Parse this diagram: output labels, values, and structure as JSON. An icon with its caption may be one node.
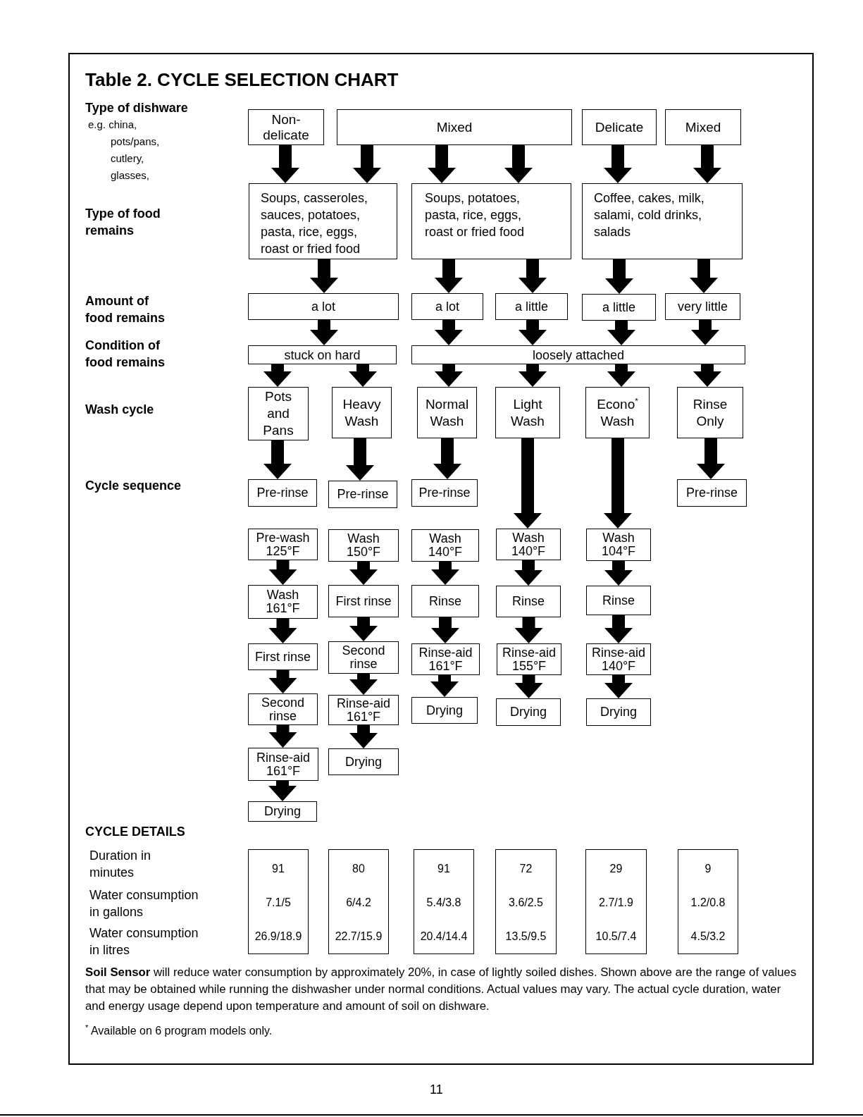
{
  "diagram": {
    "title": "Table 2. CYCLE SELECTION CHART",
    "nodes": [
      {
        "text": [
          "Non-delicate"
        ]
      },
      {
        "text": [
          "Mixed"
        ]
      },
      {
        "text": [
          "Delicate"
        ]
      },
      {
        "text": [
          "Mixed"
        ]
      },
      {
        "text": [
          "Soups, casseroles, sauces, potatoes, pasta, rice, eggs, roast or fried food"
        ]
      },
      {
        "text": [
          "Soups, potatoes, pasta, rice, eggs, roast or fried food"
        ]
      },
      {
        "text": [
          "Coffee, cakes, milk, salami, cold drinks, salads"
        ]
      },
      {
        "text": [
          "a lot"
        ]
      },
      {
        "text": [
          "a lot"
        ]
      },
      {
        "text": [
          "a little"
        ]
      },
      {
        "text": [
          "a little"
        ]
      },
      {
        "text": [
          "very little"
        ]
      },
      {
        "text": [
          "stuck on hard"
        ]
      },
      {
        "text": [
          "loosely attached"
        ]
      },
      {
        "text": [
          "Pots and Pans"
        ]
      },
      {
        "text": [
          "Heavy Wash"
        ]
      },
      {
        "text": [
          "Normal Wash"
        ]
      },
      {
        "text": [
          "Light Wash"
        ]
      },
      {
        "text": [
          "Econo$^{*}$ Wash"
        ]
      },
      {
        "text": [
          "Rinse Only"
        ]
      },
      {
        "text": [
          "Pre-rinse"
        ]
      },
      {
        "text": [
          "Pre-rinse"
        ]
      },
      {
        "text": [
          "Pre-rinse"
        ]
      },
      {
        "text": [
          "Pre-rinse"
        ]
      },
      {
        "text": [
          "Pre-wash 125°F"
        ]
      },
      {
        "text": [
          "Wash 150°F"
        ]
      },
      {
        "text": [
          "Wash 140°F"
        ]
      },
      {
        "text": [
          "Wash 140°F"
        ]
      },
      {
        "text": [
          "Wash 104°F"
        ]
      },
      {
        "text": [
          "Wash 161°F"
        ]
      },
      {
        "text": [
          "First rinse"
        ]
      },
      {
        "text": [
          "Rinse"
        ]
      },
      {
        "text": [
          "Rinse"
        ]
      },
      {
        "text": [
          "Rinse"
        ]
      },
      {
        "text": [
          "First rinse"
        ]
      },
      {
        "text": [
          "Second rinse"
        ]
      },
      {
        "text": [
          "Rinse-aid 161°F"
        ]
      },
      {
        "text": [
          "Rinse-aid 155°F"
        ]
      },
      {
        "text": [
          "Rinse-aid 140°F"
        ]
      },
      {
        "text": [
          "Second rinse"
        ]
      },
      {
        "text": [
          "Rinse-aid 161°F"
        ]
      },
      {
        "text": [
          "Drying"
        ]
      },
      {
        "text": [
          "Drying"
        ]
      },
      {
        "text": [
          "Drying"
        ]
      },
      {
        "text": [
          "Rinse-aid 161°F"
        ]
      },
      {
        "text": [
          "Drying"
        ]
      },
      {
        "text": [
          "Drying"
        ]
      },
      {
        "text": [
          "91",
          "7.1/5",
          "26.9/18.9"
        ]
      },
      {
        "text": [
          "80",
          "6/4.2",
          "22.7/15.9"
        ]
      },
      {
        "text": [
          "91",
          "5.4/3.8",
          "20.4/14.4"
        ]
      },
      {
        "text": [
          "72",
          "3.6/2.5",
          "13.5/9.5"
        ]
      },
      {
        "text": [
          "29",
          "2.7/1.9",
          "10.5/7.4"
        ]
      },
      {
        "text": [
          "9",
          "1.2/0.8",
          "4.5/3.2"
        ]
      }
    ],
    "edges": [
      {
        "from": 0,
        "to": 4,
        "arrow": "to"
      },
      {
        "from": 1,
        "to": 4,
        "arrow": "to"
      },
      {
        "from": 1,
        "to": 5,
        "arrow": "to"
      },
      {
        "from": 1,
        "to": 5,
        "arrow": "to"
      },
      {
        "from": 2,
        "to": 6,
        "arrow": "to"
      },
      {
        "from": 3,
        "to": 6,
        "arrow": "to"
      },
      {
        "from": 4,
        "to": 7,
        "arrow": "to"
      },
      {
        "from": 5,
        "to": 8,
        "arrow": "to"
      },
      {
        "from": 5,
        "to": 9,
        "arrow": "to"
      },
      {
        "from": 6,
        "to": 10,
        "arrow": "to"
      },
      {
        "from": 6,
        "to": 11,
        "arrow": "to"
      },
      {
        "from": 7,
        "to": 12,
        "arrow": "to"
      },
      {
        "from": 8,
        "to": 13,
        "arrow": "to"
      },
      {
        "from": 9,
        "to": 13,
        "arrow": "to"
      },
      {
        "from": 10,
        "to": 13,
        "arrow": "to"
      },
      {
        "from": 11,
        "to": 13,
        "arrow": "to"
      },
      {
        "from": 12,
        "to": 14,
        "arrow": "to"
      },
      {
        "from": 12,
        "to": 15,
        "arrow": "to"
      },
      {
        "from": 13,
        "to": 16,
        "arrow": "to"
      },
      {
        "from": 13,
        "to": 17,
        "arrow": "to"
      },
      {
        "from": 13,
        "to": 18,
        "arrow": "to"
      },
      {
        "from": 13,
        "to": 19,
        "arrow": "to"
      },
      {
        "from": 14,
        "to": 20,
        "arrow": "to"
      },
      {
        "from": 15,
        "to": 21,
        "arrow": "to"
      },
      {
        "from": 16,
        "to": 22,
        "arrow": "to"
      },
      {
        "from": 17,
        "to": 27,
        "arrow": "to"
      },
      {
        "from": 18,
        "to": 28,
        "arrow": "to"
      },
      {
        "from": 19,
        "to": 23,
        "arrow": "to"
      },
      {
        "from": 24,
        "to": 29,
        "arrow": "to"
      },
      {
        "from": 29,
        "to": 34,
        "arrow": "to"
      },
      {
        "from": 34,
        "to": 39,
        "arrow": "to"
      },
      {
        "from": 39,
        "to": 44,
        "arrow": "to"
      },
      {
        "from": 44,
        "to": 46,
        "arrow": "to"
      },
      {
        "from": 25,
        "to": 30,
        "arrow": "to"
      },
      {
        "from": 30,
        "to": 35,
        "arrow": "to"
      },
      {
        "from": 35,
        "to": 40,
        "arrow": "to"
      },
      {
        "from": 40,
        "to": 45,
        "arrow": "to"
      },
      {
        "from": 26,
        "to": 31,
        "arrow": "to"
      },
      {
        "from": 31,
        "to": 36,
        "arrow": "to"
      },
      {
        "from": 36,
        "to": 41,
        "arrow": "to"
      },
      {
        "from": 27,
        "to": 32,
        "arrow": "to"
      },
      {
        "from": 32,
        "to": 37,
        "arrow": "to"
      },
      {
        "from": 37,
        "to": 42,
        "arrow": "to"
      },
      {
        "from": 28,
        "to": 33,
        "arrow": "to"
      },
      {
        "from": 33,
        "to": 38,
        "arrow": "to"
      },
      {
        "from": 38,
        "to": 43,
        "arrow": "to"
      }
    ],
    "labels": [
      "Type of dishware",
      "e.g. china, pots/pans, cutlery, glasses,",
      "Type of food remains",
      "Amount of food remains",
      "Condition of food remains",
      "Wash cycle",
      "Cycle sequence",
      "CYCLE DETAILS",
      "Duration in minutes",
      "Water consumption in gallons",
      "Water consumption in litres",
      "**Soil Sensor** will reduce water consumption by approximately 20%, in case of lightly soiled dishes. Shown above are the range of values that may be obtained while running the dishwasher under normal conditions. Actual values may vary. The actual cycle duration, water and energy usage depend upon temperature and amount of soil on dishware.",
      "$^{*}$ Available on 6 program models only.",
      "11"
    ]
  }
}
